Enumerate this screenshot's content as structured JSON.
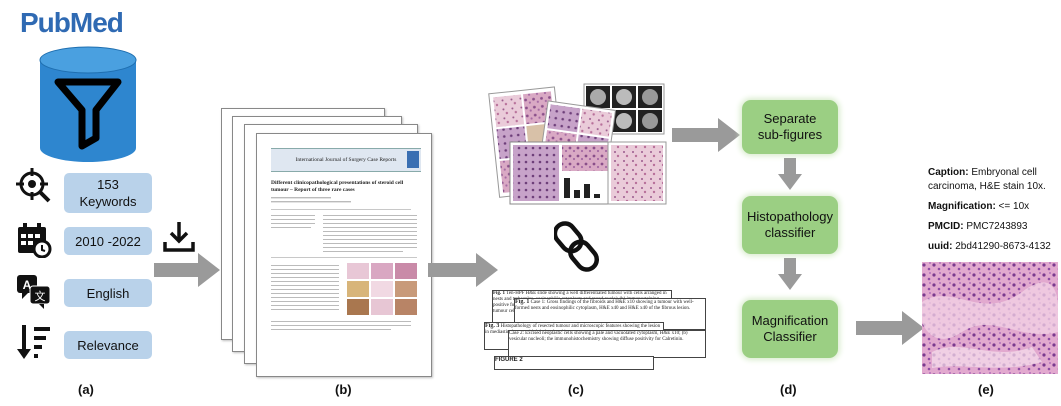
{
  "pubmed_logo": {
    "text_left": "Pub",
    "text_right": "Med"
  },
  "filters": [
    {
      "icon": "target-crosshair-icon",
      "label": "153\nKeywords"
    },
    {
      "icon": "calendar-clock-icon",
      "label": "2010 -2022"
    },
    {
      "icon": "translate-icon",
      "label": "English"
    },
    {
      "icon": "sort-descending-icon",
      "label": "Relevance"
    }
  ],
  "paper": {
    "journal": "International Journal of Surgery Case Reports",
    "title": "Different clinicopathological presentations of steroid cell tumour – Report of three rare cases"
  },
  "steps": {
    "separate": "Separate\nsub-figures",
    "histopathology": "Histopathology\nclassifier",
    "magnification": "Magnification\nClassifier"
  },
  "fig_labels": [
    "Fig. 1",
    "Fig. 3",
    "FIGURE 2"
  ],
  "result": {
    "caption_key": "Caption:",
    "caption_val": " Embryonal cell carcinoma, H&E stain 10x.",
    "mag_key": "Magnification:",
    "mag_val": " <= 10x",
    "pmcid_key": "PMCID:",
    "pmcid_val": " PMC7243893",
    "uuid_key": "uuid:",
    "uuid_val": " 2bd41290-8673-4132"
  },
  "panel_labels": [
    "(a)",
    "(b)",
    "(c)",
    "(d)",
    "(e)"
  ],
  "colors": {
    "pubmed_blue": "#2f6ab3",
    "cylinder": "#2e86cf",
    "filter_box": "#b9d2ea",
    "step_green": "#9bcf83",
    "arrow_gray": "#9a9a9a"
  }
}
